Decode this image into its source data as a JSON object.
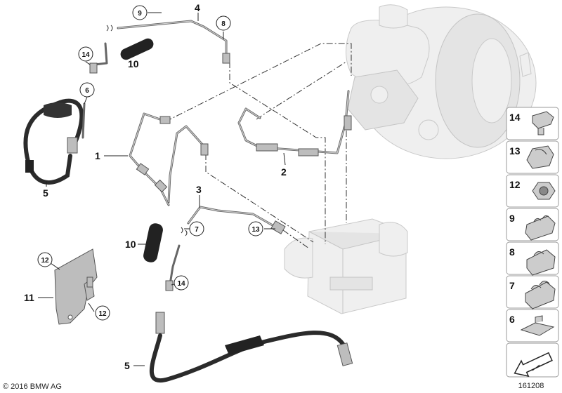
{
  "callouts": {
    "c1": "1",
    "c2": "2",
    "c3": "3",
    "c4": "4",
    "c5a": "5",
    "c5b": "5",
    "c10a": "10",
    "c10b": "10",
    "c11": "11"
  },
  "circled": {
    "n9": "9",
    "n8": "8",
    "n14a": "14",
    "n6": "6",
    "n7": "7",
    "n13": "13",
    "n14b": "14",
    "n12a": "12",
    "n12b": "12"
  },
  "thumbnails": [
    {
      "num": "14",
      "part": "clip-14"
    },
    {
      "num": "13",
      "part": "clip-13"
    },
    {
      "num": "12",
      "part": "nut-12"
    },
    {
      "num": "9",
      "part": "clip-9"
    },
    {
      "num": "8",
      "part": "clip-8"
    },
    {
      "num": "7",
      "part": "clip-7"
    },
    {
      "num": "6",
      "part": "clip-6"
    },
    {
      "num": "",
      "part": "arrow-icon"
    }
  ],
  "footer": {
    "copyright": "© 2016 BMW AG",
    "drawing_id": "161208"
  },
  "colors": {
    "pipe": "#666666",
    "hose": "#2b2b2b",
    "ghost": "#efefef",
    "border": "#9a9a9a"
  }
}
